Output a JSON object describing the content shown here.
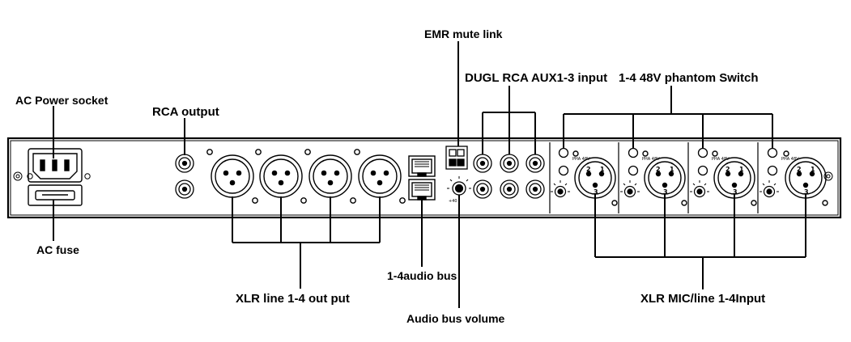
{
  "labels": {
    "ac_power_socket": "AC Power socket",
    "ac_fuse": "AC fuse",
    "rca_output": "RCA output",
    "xlr_line_out": "XLR line 1-4 out put",
    "audio_bus": "1-4audio bus",
    "audio_bus_volume": "Audio bus volume",
    "emr_mute_link": "EMR mute link",
    "dugl_rca_aux": "DUGL RCA AUX1-3 input",
    "phantom_switch": "1-4 48V phantom Switch",
    "xlr_mic_line_in": "XLR MIC/line 1-4Input"
  },
  "panel_marks": {
    "phantom_mini_label": "PHA 48V",
    "volume_mark": "+40",
    "xlr_pin_1": "1",
    "xlr_pin_2": "2",
    "xlr_pin_3": "3"
  },
  "colors": {
    "line": "#000000",
    "panel_fill": "#ffffff"
  }
}
